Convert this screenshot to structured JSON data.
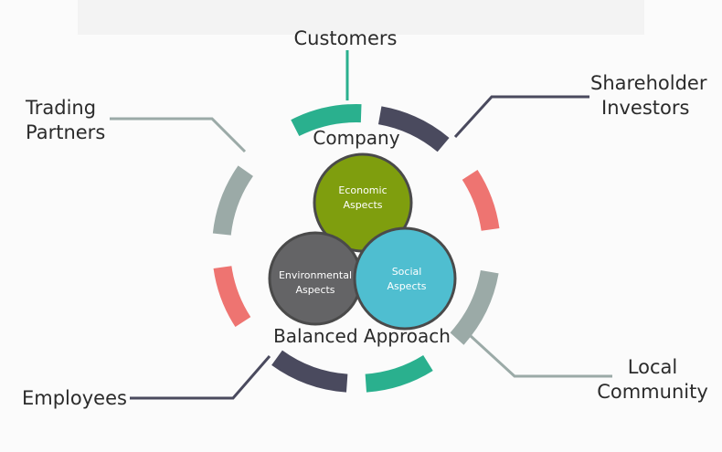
{
  "stakeholders": {
    "customers": "Customers",
    "shareholder_line1": "Shareholder",
    "shareholder_line2": "Investors",
    "trading_line1": "Trading",
    "trading_line2": "Partners",
    "local_line1": "Local",
    "local_line2": "Community",
    "employees": "Employees"
  },
  "center": {
    "top_label": "Company",
    "bottom_label": "Balanced Approach",
    "circles": [
      {
        "key": "economic",
        "line1": "Economic",
        "line2": "Aspects",
        "color": "#7f9e0e"
      },
      {
        "key": "environmental",
        "line1": "Environmental",
        "line2": "Aspects",
        "color": "#646466"
      },
      {
        "key": "social",
        "line1": "Social",
        "line2": "Aspects",
        "color": "#4fbed0"
      }
    ]
  },
  "colors": {
    "teal": "#2ab08e",
    "dark_slate": "#4a4a5e",
    "salmon": "#ee7471",
    "grey": "#9baaa7",
    "connector_teal": "#2ab08e",
    "connector_dark": "#4a4a5e",
    "connector_grey": "#9baaa7"
  }
}
